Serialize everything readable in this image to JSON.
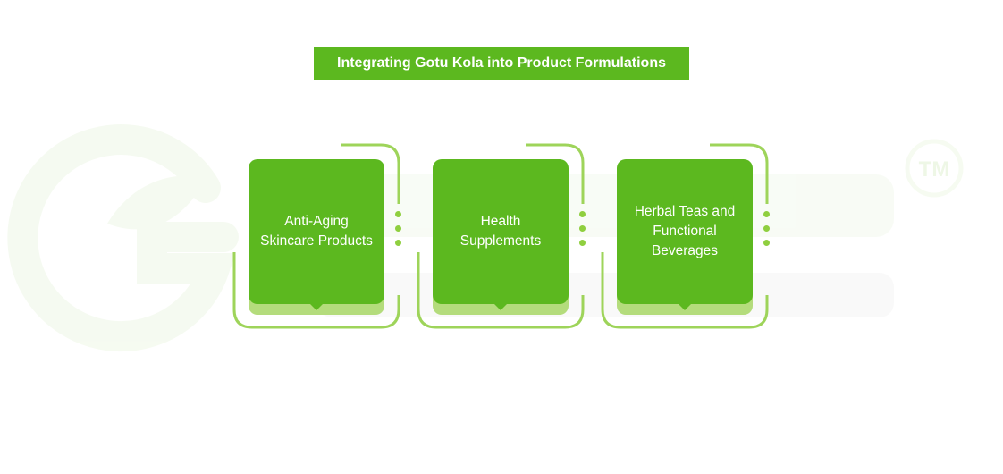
{
  "title": "Integrating Gotu Kola into Product Formulations",
  "cards": [
    {
      "label": "Anti-Aging Skincare Products"
    },
    {
      "label": "Health Supplements"
    },
    {
      "label": "Herbal Teas and Functional Beverages"
    }
  ],
  "colors": {
    "accent": "#5cb81f",
    "accent_light": "#b4dc7c",
    "frame": "#9ed45a",
    "dots": "#8fcf3f",
    "watermark": "#eef7e6"
  },
  "watermark": {
    "trademark": "TM"
  }
}
